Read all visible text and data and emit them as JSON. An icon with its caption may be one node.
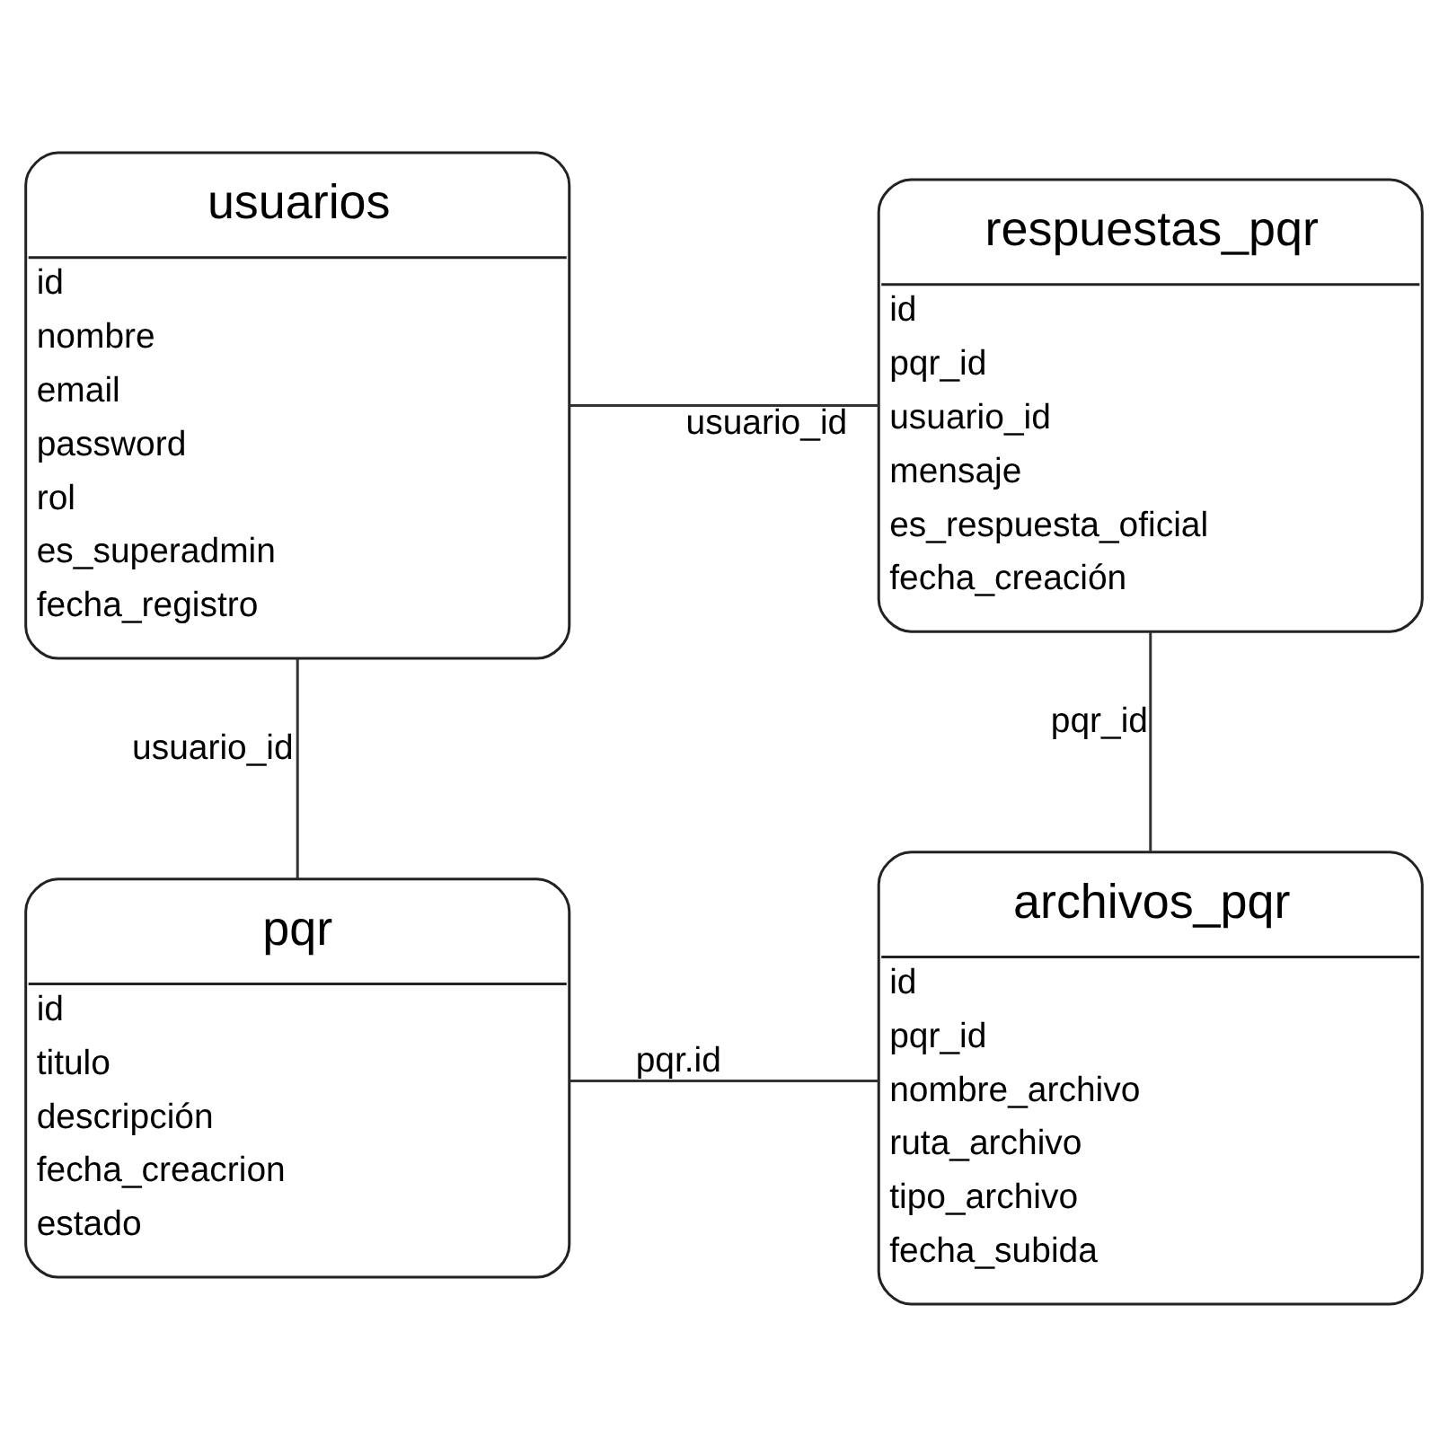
{
  "diagram": {
    "nodes": [
      {
        "text": [
          "usuarios",
          "id",
          "nombre",
          "email",
          "password",
          "rol",
          "es_superadmin",
          "fecha_registro"
        ]
      },
      {
        "text": [
          "respuestas_pqr",
          "id",
          "pqr_id",
          "usuario_id",
          "mensaje",
          "es_respuesta_oficial",
          "fecha_creación"
        ]
      },
      {
        "text": [
          "pqr",
          "id",
          "titulo",
          "descripción",
          "fecha_creacrion",
          "estado"
        ]
      },
      {
        "text": [
          "archivos_pqr",
          "id",
          "pqr_id",
          "nombre_archivo",
          "ruta_archivo",
          "tipo_archivo",
          "fecha_subida"
        ]
      }
    ],
    "edges": [
      {
        "from": 0,
        "to": 1,
        "arrow": "none",
        "label": "usuario_id"
      },
      {
        "from": 0,
        "to": 2,
        "arrow": "none",
        "label": "usuario_id"
      },
      {
        "from": 1,
        "to": 3,
        "arrow": "none",
        "label": "pqr_id"
      },
      {
        "from": 2,
        "to": 3,
        "arrow": "none",
        "label": "pqr.id"
      }
    ]
  }
}
